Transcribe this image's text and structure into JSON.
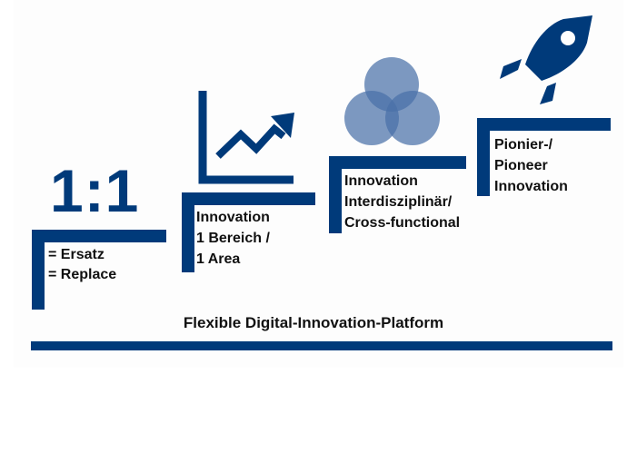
{
  "diagram": {
    "steps": [
      {
        "icon": "one-to-one-text",
        "icon_text": "1:1",
        "lines": [
          "= Ersatz",
          "= Replace"
        ]
      },
      {
        "icon": "growth-chart-icon",
        "lines": [
          "Innovation",
          "1 Bereich /",
          "1 Area"
        ]
      },
      {
        "icon": "venn-circles-icon",
        "lines": [
          "Innovation",
          "Interdisziplinär/",
          "Cross-functional"
        ]
      },
      {
        "icon": "rocket-icon",
        "lines": [
          "Pionier-/",
          "Pioneer",
          "Innovation"
        ]
      }
    ],
    "platform_label": "Flexible Digital-Innovation-Platform",
    "colors": {
      "primary": "#003a7a",
      "venn": "#6f8fbd",
      "text": "#111111"
    }
  }
}
